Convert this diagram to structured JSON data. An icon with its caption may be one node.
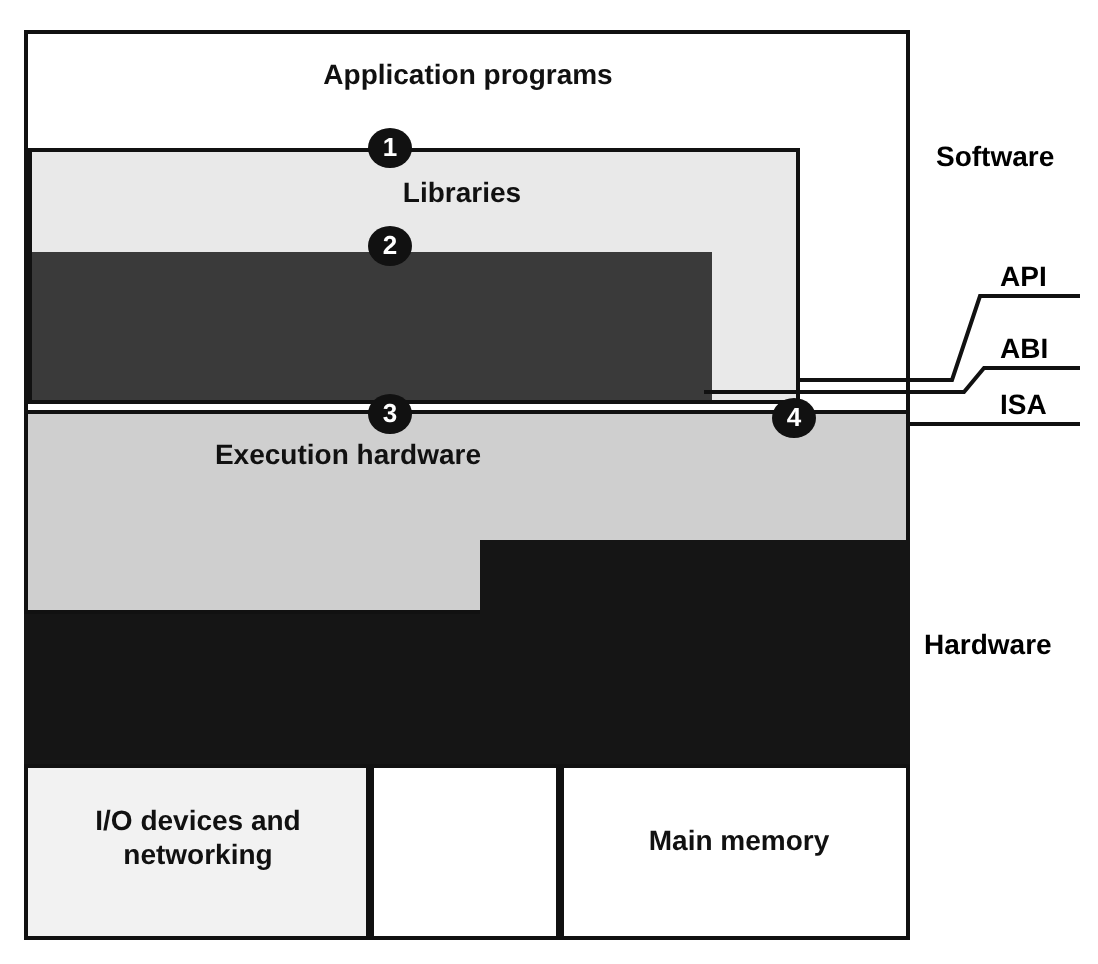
{
  "diagram": {
    "nodes": [
      {
        "text": [
          "Application programs"
        ]
      },
      {
        "text": [
          "Libraries"
        ],
        "in": 0
      },
      {
        "text": [],
        "shape": "box",
        "in": 1
      },
      {
        "text": [
          "Execution hardware"
        ]
      },
      {
        "text": [],
        "shape": "box"
      },
      {
        "text": [
          "I/O devices and networking"
        ]
      },
      {
        "text": [],
        "shape": "box"
      },
      {
        "text": [
          "Main memory"
        ]
      },
      {
        "text": [
          "API"
        ]
      },
      {
        "text": [
          "ABI"
        ]
      },
      {
        "text": [
          "ISA"
        ]
      }
    ],
    "edges": [
      {
        "from": 8,
        "to": 1,
        "arrow": "none"
      },
      {
        "from": 9,
        "to": 2,
        "arrow": "none"
      },
      {
        "from": 10,
        "to": 3,
        "arrow": "none"
      }
    ],
    "labels": [
      "1",
      "Software",
      "2",
      "3",
      "4",
      "Hardware"
    ]
  }
}
